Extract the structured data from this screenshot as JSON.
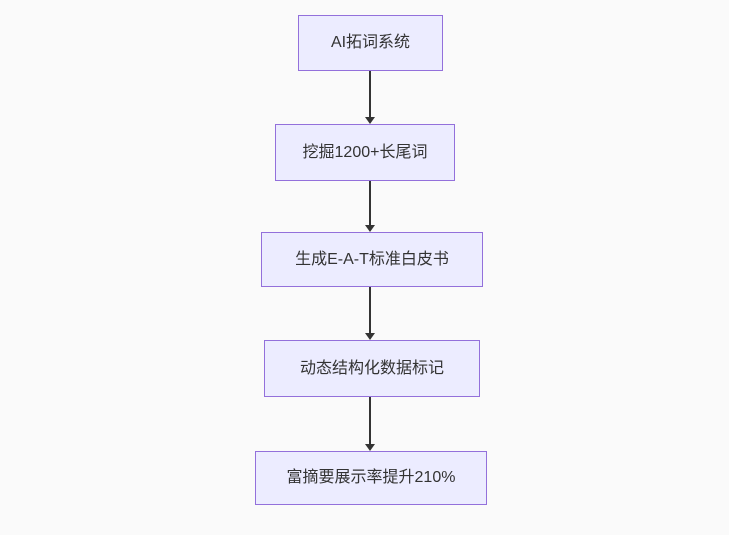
{
  "diagram": {
    "type": "flowchart-vertical",
    "colors": {
      "canvas_background": "#fafafa",
      "node_fill": "#ececff",
      "node_border": "#9370db",
      "arrow": "#333333",
      "text": "#333333"
    },
    "nodes": [
      {
        "label": "AI拓词系统"
      },
      {
        "label": "挖掘1200+长尾词"
      },
      {
        "label": "生成E-A-T标准白皮书"
      },
      {
        "label": "动态结构化数据标记"
      },
      {
        "label": "富摘要展示率提升210%"
      }
    ],
    "edges": [
      {
        "from": 0,
        "to": 1
      },
      {
        "from": 1,
        "to": 2
      },
      {
        "from": 2,
        "to": 3
      },
      {
        "from": 3,
        "to": 4
      }
    ]
  }
}
